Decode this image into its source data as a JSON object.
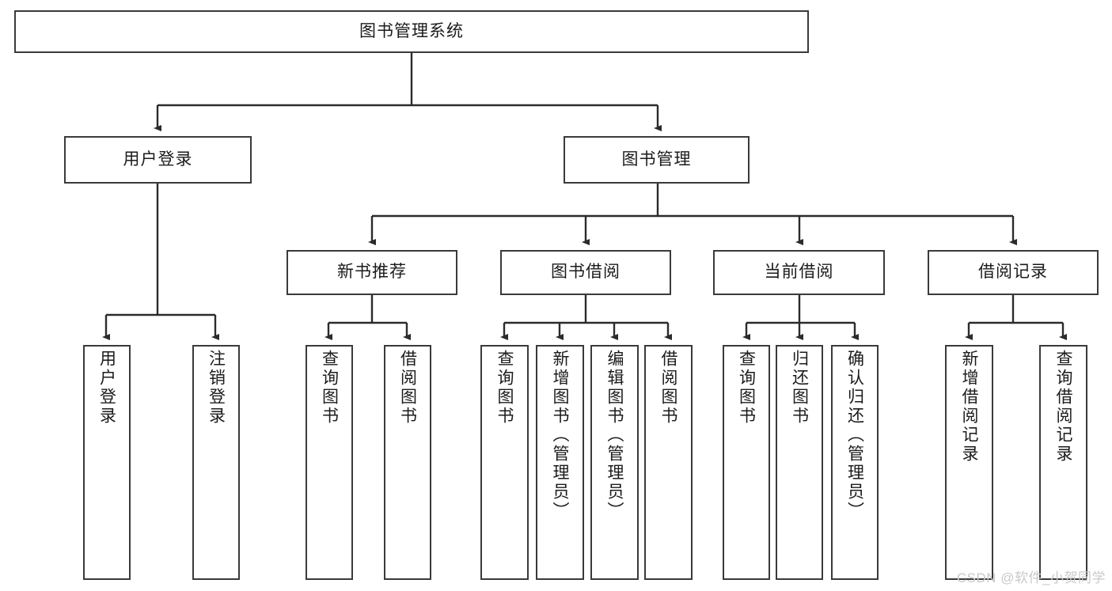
{
  "diagram": {
    "type": "hierarchy-tree",
    "title": "图书管理系统",
    "watermark": "CSDN @软件_小贺同学",
    "colors": {
      "box_border": "#3a3a3a",
      "box_fill": "#ffffff",
      "connector": "#2b2b2b",
      "text": "#1b1b1b",
      "watermark": "#c9c9c9"
    },
    "nodes": {
      "root": {
        "label": "图书管理系统"
      },
      "level2": [
        {
          "id": "user-login",
          "label": "用户登录"
        },
        {
          "id": "book-management",
          "label": "图书管理"
        }
      ],
      "level3": [
        {
          "id": "new-book-recommend",
          "label": "新书推荐"
        },
        {
          "id": "book-borrow",
          "label": "图书借阅"
        },
        {
          "id": "current-borrow",
          "label": "当前借阅"
        },
        {
          "id": "borrow-record",
          "label": "借阅记录"
        }
      ],
      "leaves": {
        "user_login": [
          {
            "id": "leaf-user-login",
            "label": "用户登录"
          },
          {
            "id": "leaf-logout-login",
            "label": "注销登录"
          }
        ],
        "new_book_recommend": [
          {
            "id": "leaf-query-book-1",
            "label": "查询图书"
          },
          {
            "id": "leaf-borrow-book-1",
            "label": "借阅图书"
          }
        ],
        "book_borrow": [
          {
            "id": "leaf-query-book-2",
            "label": "查询图书"
          },
          {
            "id": "leaf-add-book",
            "label": "新增图书（管理员）"
          },
          {
            "id": "leaf-edit-book",
            "label": "编辑图书（管理员）"
          },
          {
            "id": "leaf-borrow-book-2",
            "label": "借阅图书"
          }
        ],
        "current_borrow": [
          {
            "id": "leaf-query-book-3",
            "label": "查询图书"
          },
          {
            "id": "leaf-return-book",
            "label": "归还图书"
          },
          {
            "id": "leaf-confirm-return",
            "label": "确认归还（管理员）"
          }
        ],
        "borrow_record": [
          {
            "id": "leaf-add-borrow-record",
            "label": "新增借阅记录"
          },
          {
            "id": "leaf-query-borrow-record",
            "label": "查询借阅记录"
          }
        ]
      }
    }
  }
}
